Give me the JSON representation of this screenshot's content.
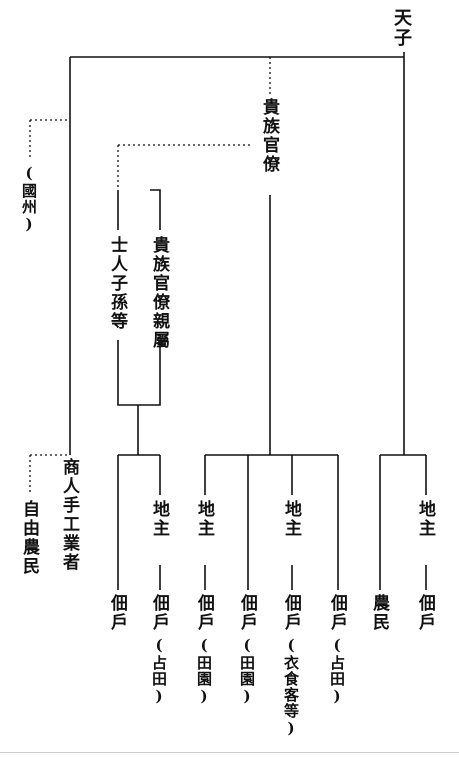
{
  "nodes": {
    "tenshi": "天子",
    "kizoku_kanryo": "貴族官僚",
    "kokushu": "(國州)",
    "shijin_shison": "士人子孫等",
    "kizoku_shinzoku": "貴族官僚親屬",
    "shonin": "商人手工業者",
    "jiyu_nomin": "自由農民",
    "jinushi": "地主",
    "denko": "佃戶",
    "nomin": "農民"
  },
  "qualifiers": {
    "sendan": "(占田)",
    "denen": "(田園)",
    "ishoku_kyaku": "(衣食客等)"
  }
}
